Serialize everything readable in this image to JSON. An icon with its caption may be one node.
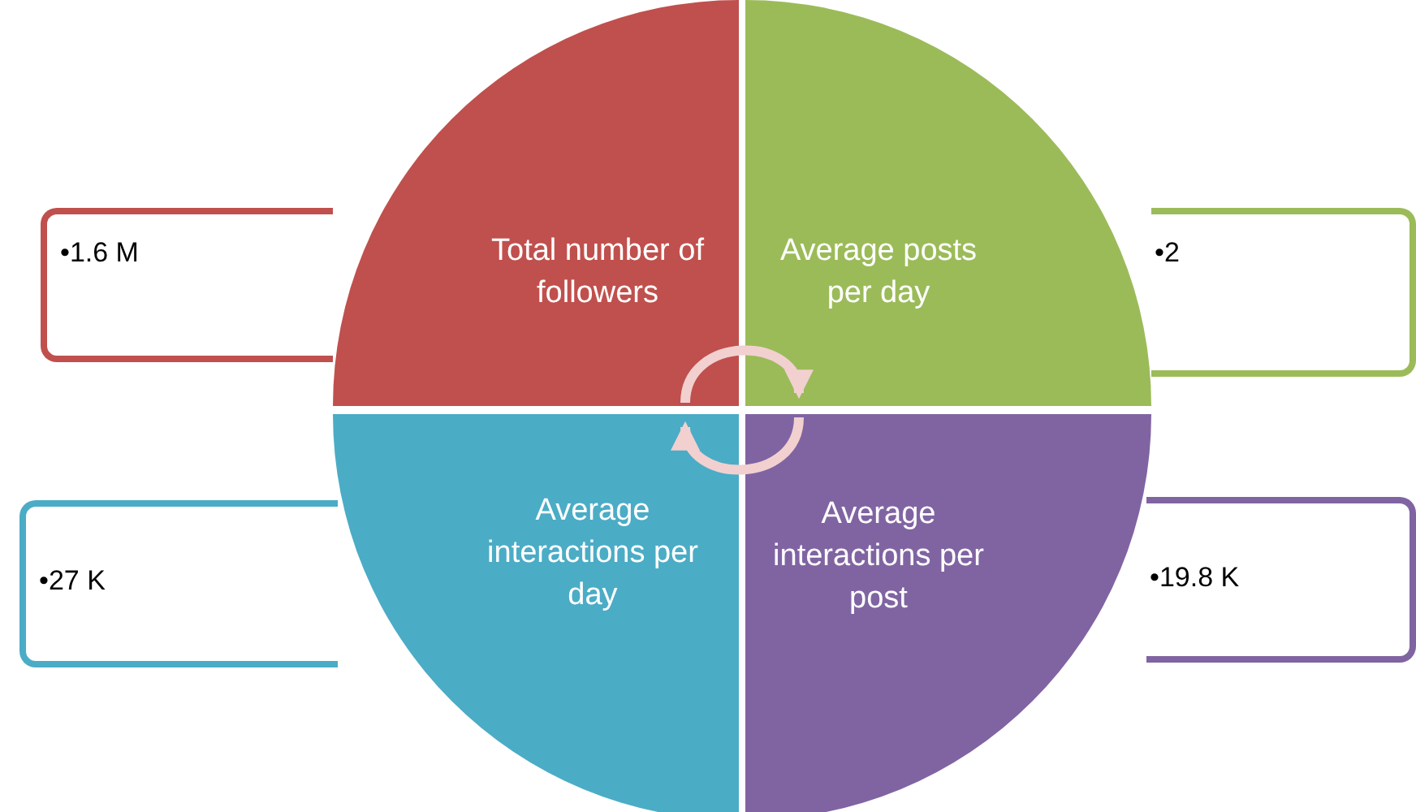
{
  "diagram": {
    "nodes": [
      {
        "text": [
          "Total number of followers"
        ]
      },
      {
        "text": [
          "Average posts per day"
        ]
      },
      {
        "text": [
          "Average interactions per day"
        ]
      },
      {
        "text": [
          "Average interactions per post"
        ]
      },
      {
        "text": [
          "•1.6 M"
        ]
      },
      {
        "text": [
          "•2"
        ]
      },
      {
        "text": [
          "•27 K"
        ]
      },
      {
        "text": [
          "•19.8 K"
        ]
      }
    ],
    "edges": [
      {
        "from": 0,
        "to": 1,
        "arrow": "to"
      },
      {
        "from": 3,
        "to": 2,
        "arrow": "to"
      }
    ]
  }
}
